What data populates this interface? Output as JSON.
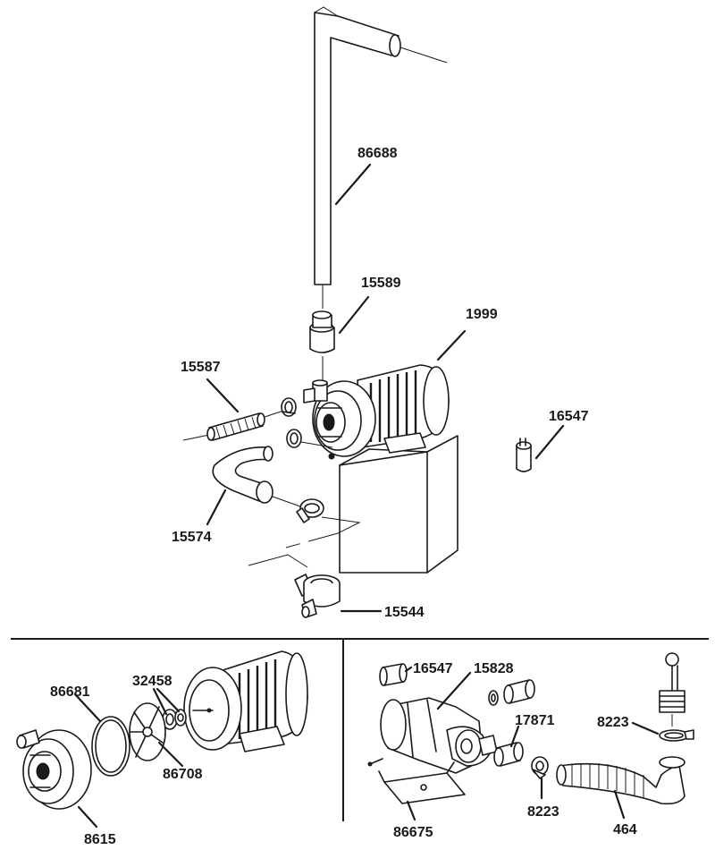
{
  "labels": {
    "main": {
      "p86688": "86688",
      "p15589": "15589",
      "p1999": "1999",
      "p15587": "15587",
      "p16547": "16547",
      "p15574": "15574",
      "p15544": "15544"
    },
    "left_inset": {
      "p32458": "32458",
      "p86681": "86681",
      "p86708": "86708",
      "p8615": "8615"
    },
    "right_inset": {
      "p16547": "16547",
      "p15828": "15828",
      "p17871": "17871",
      "p8223_top": "8223",
      "p8223_bottom": "8223",
      "p86675": "86675",
      "p464": "464"
    }
  }
}
